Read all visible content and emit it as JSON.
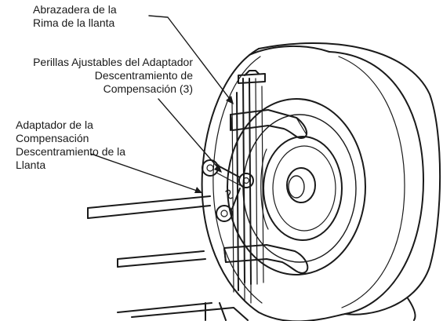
{
  "callouts": [
    {
      "lines": [
        "Abrazadera de la",
        "Rima de la llanta"
      ]
    },
    {
      "lines": [
        "Perillas Ajustables del Adaptador",
        "Descentramiento de",
        "Compensación (3)"
      ]
    },
    {
      "lines": [
        "Adaptador de la",
        "Compensación",
        "Descentramiento de la",
        "Llanta"
      ]
    }
  ]
}
